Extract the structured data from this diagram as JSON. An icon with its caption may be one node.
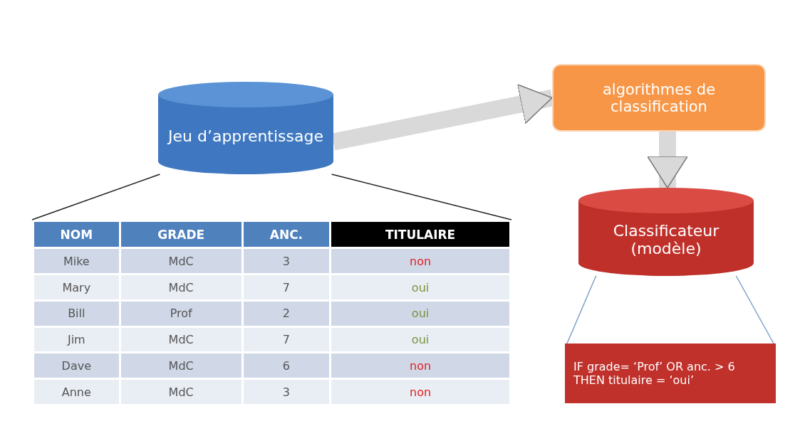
{
  "diagram": {
    "nodes": [
      {
        "text": [
          "Jeu d’apprentissage"
        ]
      },
      {
        "text": [],
        "shape": "table"
      },
      {
        "text": [
          "algorithmes de classification"
        ]
      },
      {
        "text": [
          "Classificateur (modèle)"
        ]
      },
      {
        "text": [
          "IF grade= ‘Prof’ OR anc. > 6 THEN titulaire = ‘oui’"
        ]
      }
    ],
    "edges": [
      {
        "from": 0,
        "to": 1,
        "arrow": "none"
      },
      {
        "from": 0,
        "to": 1,
        "arrow": "none"
      },
      {
        "from": 0,
        "to": 2,
        "arrow": "to",
        "style": "thick",
        "color": "#d9d9d9"
      },
      {
        "from": 2,
        "to": 3,
        "arrow": "to",
        "style": "thick",
        "color": "#d9d9d9"
      },
      {
        "from": 3,
        "to": 4,
        "arrow": "none",
        "color": "#7da0c8"
      },
      {
        "from": 3,
        "to": 4,
        "arrow": "none",
        "color": "#7da0c8"
      }
    ],
    "labels": [
      "NOM",
      "GRADE",
      "ANC.",
      "TITULAIRE",
      "Mike",
      "MdC",
      "3",
      "non",
      "Mary",
      "MdC",
      "7",
      "oui",
      "Bill",
      "Prof",
      "2",
      "oui",
      "Jim",
      "MdC",
      "7",
      "oui",
      "Dave",
      "MdC",
      "6",
      "non",
      "Anne",
      "MdC",
      "3",
      "non"
    ]
  }
}
